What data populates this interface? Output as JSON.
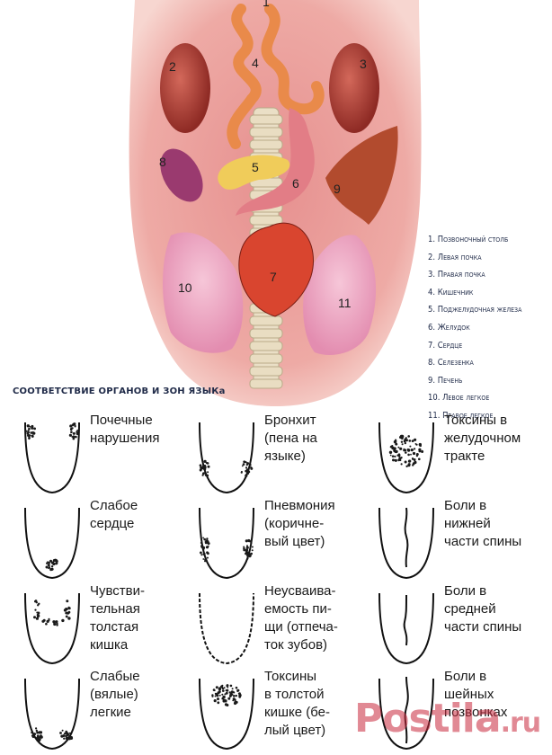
{
  "caption": "СООТВЕТСТВИЕ ОРГАНОВ И ЗОН ЯЗЫКа",
  "organ_numbers": [
    "1",
    "2",
    "3",
    "4",
    "5",
    "6",
    "7",
    "8",
    "9",
    "10",
    "11"
  ],
  "legend": [
    "1. Позвоночный столб",
    "2. Левая почка",
    "3. Правая почка",
    "4. Кишечник",
    "5. Поджелудочная железа",
    "6. Желудок",
    "7. Сердце",
    "8. Селезенка",
    "9. Печень",
    "10. Левое легкое",
    "11. Правое легкое"
  ],
  "diagnoses": [
    {
      "text": "Почечные\nнарушения",
      "marks": "top-corners"
    },
    {
      "text": "Бронхит\n(пена на\nязыке)",
      "marks": "bottom-sides"
    },
    {
      "text": "Токсины в\nжелудочном\nтракте",
      "marks": "center-large"
    },
    {
      "text": "Слабое\nсердце",
      "marks": "bottom-center"
    },
    {
      "text": "Пневмония\n(коричне-\nвый цвет)",
      "marks": "sides-lower"
    },
    {
      "text": "Боли в\nнижней\nчасти спины",
      "marks": "crack-low"
    },
    {
      "text": "Чувстви-\nтельная\nтолстая\nкишка",
      "marks": "ring-top"
    },
    {
      "text": "Неусваива-\nемость пи-\nщи (отпеча-\nток зубов)",
      "marks": "teeth"
    },
    {
      "text": "Боли в\nсредней\nчасти спины",
      "marks": "crack-mid"
    },
    {
      "text": "Слабые\n(вялые)\nлегкие",
      "marks": "bottom-corners"
    },
    {
      "text": "Токсины\nв толстой\nкишке (бе-\nлый цвет)",
      "marks": "top-center"
    },
    {
      "text": "Боли в\nшейных\nпозвонках",
      "marks": "crack-top"
    }
  ],
  "watermark": {
    "main": "Postila",
    "suffix": ".ru"
  },
  "colors": {
    "tongue": "#e9a0a0",
    "tongue_edge": "#f3c7c2",
    "legend_text": "#1f2a48",
    "dots": "#1a1a1a"
  }
}
